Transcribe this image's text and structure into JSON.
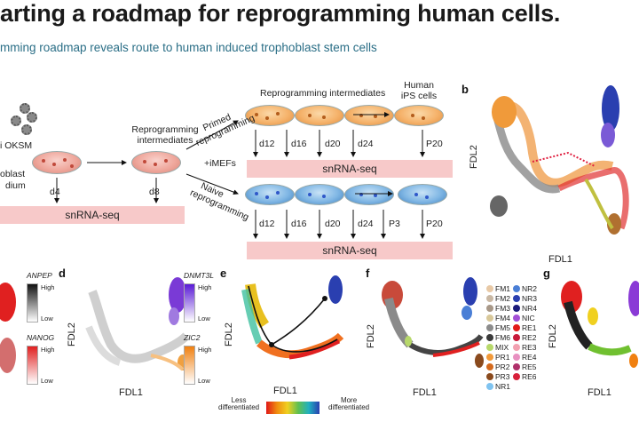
{
  "title": "arting a roadmap for reprogramming human cells.",
  "subtitle": "mming roadmap reveals route to human induced trophoblast stem cells",
  "schematic": {
    "left_oksm": "i OKSM",
    "left_medium_1": "oblast",
    "left_medium_2": "dium",
    "reprog_intermediates_1": "Reprogramming",
    "reprog_intermediates_2": "intermediates",
    "reprog_top_label": "Reprogramming intermediates",
    "human_ips_1": "Human",
    "human_ips_2": "iPS cells",
    "primed_1": "Primed",
    "primed_2": "reprogramming",
    "naive_1": "Naive",
    "naive_2": "reprogramming",
    "imefs": "+iMEFs",
    "timepoints_primed": [
      "d12",
      "d16",
      "d20",
      "d24",
      "P20"
    ],
    "timepoints_naive": [
      "d12",
      "d16",
      "d20",
      "d24",
      "P3",
      "P20"
    ],
    "d4": "d4",
    "d8": "d8",
    "snrna_seq": "snRNA-seq"
  },
  "panels": {
    "b": {
      "letter": "b",
      "ylabel": "FDL2",
      "xlabel": "FDL1"
    },
    "c": {
      "gene_top": "ANPEP",
      "gene_bottom": "NANOG",
      "high": "High",
      "low": "Low"
    },
    "d": {
      "letter": "d",
      "ylabel": "FDL2",
      "xlabel": "FDL1",
      "gene_top": "DNMT3L",
      "gene_bottom": "ZIC2",
      "high": "High",
      "low": "Low"
    },
    "e": {
      "letter": "e",
      "ylabel": "FDL2",
      "xlabel": "FDL1",
      "scale_left": "Less\ndifferentiated",
      "scale_right": "More\ndifferentiated"
    },
    "f": {
      "letter": "f",
      "ylabel": "FDL2",
      "xlabel": "FDL1"
    },
    "g": {
      "letter": "g",
      "ylabel": "FDL2",
      "xlabel": "FDL1"
    }
  },
  "legend": [
    {
      "label": "FM1",
      "color": "#e8c9a6"
    },
    {
      "label": "FM2",
      "color": "#c9b8a4"
    },
    {
      "label": "FM3",
      "color": "#a89888"
    },
    {
      "label": "FM4",
      "color": "#d8c89a"
    },
    {
      "label": "FM5",
      "color": "#8c8c8c"
    },
    {
      "label": "FM6",
      "color": "#3a3a3a"
    },
    {
      "label": "MIX",
      "color": "#b7d86a"
    },
    {
      "label": "PR1",
      "color": "#f29a3a"
    },
    {
      "label": "PR2",
      "color": "#d46a1e"
    },
    {
      "label": "PR3",
      "color": "#8a4a1e"
    },
    {
      "label": "NR1",
      "color": "#7fc3f0"
    },
    {
      "label": "NR2",
      "color": "#4a7fd6"
    },
    {
      "label": "NR3",
      "color": "#2a3fb0"
    },
    {
      "label": "NR4",
      "color": "#1a1a7a"
    },
    {
      "label": "NIC",
      "color": "#a24fd6"
    },
    {
      "label": "RE1",
      "color": "#e21a1a"
    },
    {
      "label": "RE2",
      "color": "#c81a3a"
    },
    {
      "label": "RE3",
      "color": "#f2a0b0"
    },
    {
      "label": "RE4",
      "color": "#e890c0"
    },
    {
      "label": "RE5",
      "color": "#b0306a"
    },
    {
      "label": "RE6",
      "color": "#d8203a"
    }
  ]
}
